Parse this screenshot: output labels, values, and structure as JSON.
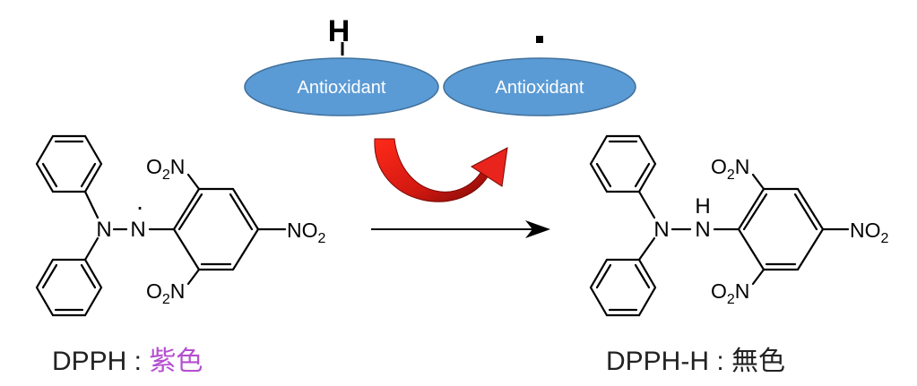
{
  "antioxidant": {
    "label_left": "Antioxidant",
    "label_right": "Antioxidant",
    "h_atom": "H",
    "radical_dot": "·"
  },
  "reactant": {
    "n1": "N",
    "n2": "N",
    "radical_dot": "·",
    "no2_top": {
      "main": "O",
      "sub": "2",
      "tail": "N",
      "lead": "O"
    },
    "no2_right": {
      "main": "NO",
      "sub": "2"
    },
    "no2_bottom": {
      "main": "O",
      "sub": "2",
      "tail": "N"
    },
    "name": "DPPH :",
    "color_text": "紫色",
    "color_hex": "#b44fd0"
  },
  "product": {
    "n1": "N",
    "n2": "N",
    "h": "H",
    "no2_right": {
      "main": "NO",
      "sub": "2"
    },
    "name": "DPPH-H :",
    "color_text": "無色"
  },
  "colors": {
    "ellipse_fill": "#5b9bd5",
    "ellipse_stroke": "#41719c",
    "arrow_red": "#e8241c",
    "arrow_red_dark": "#8b0a06"
  }
}
